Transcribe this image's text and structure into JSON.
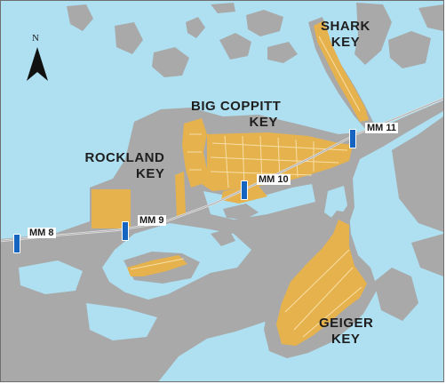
{
  "map": {
    "colors": {
      "water": "#aee0f2",
      "land": "#a9a9a9",
      "developed": "#e6b24e",
      "road": "#cfcfcf",
      "marker": "#1565c0"
    },
    "north_arrow": {
      "letter": "N"
    },
    "place_labels": {
      "shark_key": [
        "SHARK",
        "KEY"
      ],
      "big_coppitt_key": [
        "BIG COPPITT",
        "KEY"
      ],
      "rockland_key": [
        "ROCKLAND",
        "KEY"
      ],
      "geiger_key": [
        "GEIGER",
        "KEY"
      ]
    },
    "mile_markers": {
      "mm8": "MM 8",
      "mm9": "MM 9",
      "mm10": "MM 10",
      "mm11": "MM 11"
    }
  }
}
